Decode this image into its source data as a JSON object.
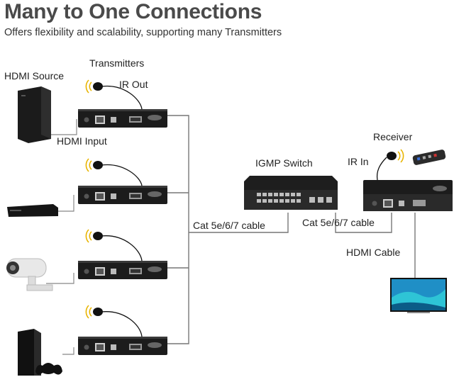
{
  "header": {
    "title": "Many to One Connections",
    "subtitle": "Offers flexibility and scalability, supporting many Transmitters"
  },
  "labels": {
    "transmitters": "Transmitters",
    "hdmi_source": "HDMI Source",
    "ir_out": "IR Out",
    "hdmi_input": "HDMI Input",
    "igmp_switch": "IGMP Switch",
    "receiver": "Receiver",
    "ir_in": "IR In",
    "cable_left": "Cat 5e/6/7 cable",
    "cable_right": "Cat 5e/6/7 cable",
    "hdmi_cable": "HDMI Cable"
  },
  "sources": [
    {
      "icon": "pc-tower-icon"
    },
    {
      "icon": "blu-ray-player-icon"
    },
    {
      "icon": "security-camera-icon"
    },
    {
      "icon": "game-console-icon"
    }
  ],
  "colors": {
    "device": "#1c1c1c",
    "cable": "#777777",
    "title": "#4a4a4a",
    "ir_wave": "#e8b400"
  }
}
